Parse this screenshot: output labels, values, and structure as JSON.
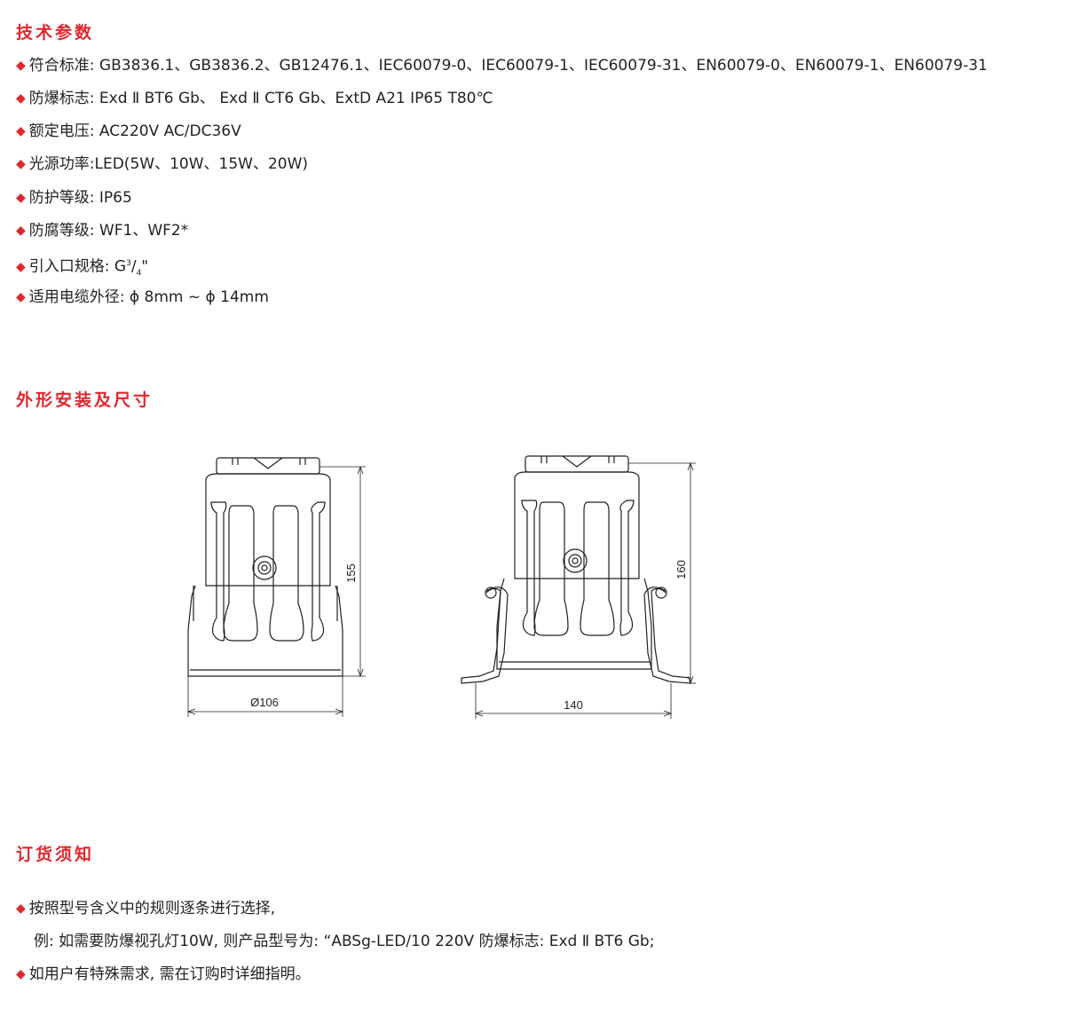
{
  "sections": {
    "tech": "技术参数",
    "install": "外形安装及尺寸",
    "order": "订货须知"
  },
  "bullet": "◆",
  "specs": [
    "符合标准: GB3836.1、GB3836.2、GB12476.1、IEC60079-0、IEC60079-1、IEC60079-31、EN60079-0、EN60079-1、EN60079-31",
    "防爆标志: Exd Ⅱ BT6 Gb、 Exd Ⅱ CT6 Gb、ExtD A21 IP65 T80℃",
    "额定电压: AC220V AC/DC36V",
    "光源功率:LED(5W、10W、15W、20W)",
    "防护等级: IP65",
    "防腐等级: WF1、WF2*"
  ],
  "inlet": {
    "label": "引入口规格: G",
    "num": "3",
    "slash": "/",
    "den": "4",
    "suffix": "\""
  },
  "cable": "适用电缆外径: ϕ 8mm ~ ϕ 14mm",
  "drawing": {
    "left_height": "155",
    "left_width": "Ø106",
    "right_height": "160",
    "right_width": "140"
  },
  "order_notes": {
    "line1": "按照型号含义中的规则逐条进行选择,",
    "line2": "例: 如需要防爆视孔灯10W, 则产品型号为: “ABSg-LED/10  220V 防爆标志: Exd Ⅱ BT6 Gb;",
    "line3": "如用户有特殊需求, 需在订购时详细指明。"
  }
}
